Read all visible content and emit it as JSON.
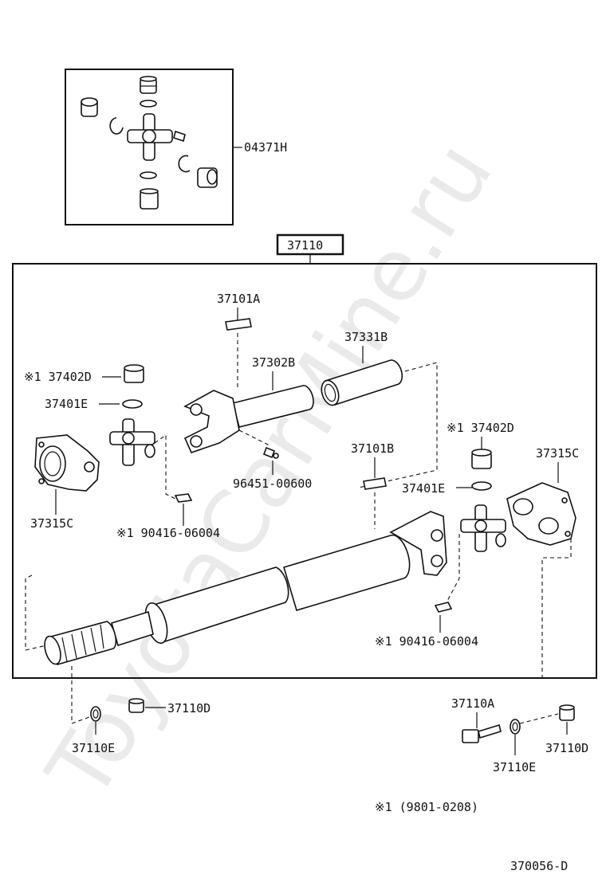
{
  "watermark": "ToyotaCarMine.ru",
  "assembly_label": "37110",
  "inset_label": "04371H",
  "note": "※1  (9801-0208)",
  "figure_code": "370056-D",
  "labels": {
    "p37101A": "37101A",
    "p37331B": "37331B",
    "p37302B": "37302B",
    "p37402D_left": "※1 37402D",
    "p37401E_left": "37401E",
    "p37315C_left": "37315C",
    "p90416_left": "※1 90416-06004",
    "p96451": "96451-00600",
    "p37101B": "37101B",
    "p37402D_right": "※1 37402D",
    "p37315C_right": "37315C",
    "p37401E_right": "37401E",
    "p90416_right": "※1 90416-06004",
    "p37110D_left": "37110D",
    "p37110E_left": "37110E",
    "p37110A": "37110A",
    "p37110E_right": "37110E",
    "p37110D_right": "37110D"
  }
}
